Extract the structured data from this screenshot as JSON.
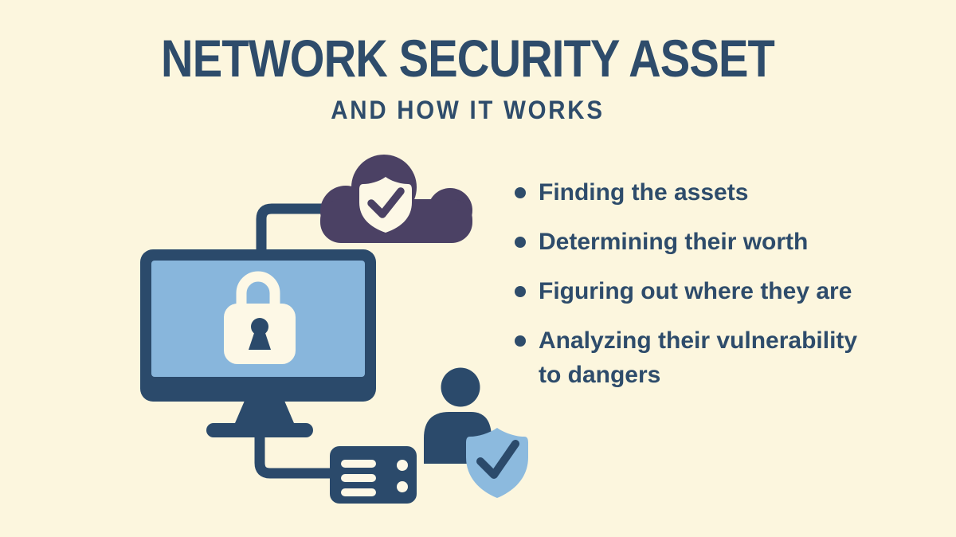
{
  "header": {
    "title": "NETWORK SECURITY ASSET",
    "subtitle": "AND HOW IT WORKS"
  },
  "list": {
    "items": [
      [
        "Finding the assets"
      ],
      [
        "Determining their worth"
      ],
      [
        "Figuring out where they are"
      ],
      [
        "Analyzing their vulnerability",
        "to dangers"
      ]
    ]
  },
  "illustration": {
    "icons": [
      "cloud-security-icon",
      "shield-check-icon",
      "monitor-icon",
      "padlock-icon",
      "server-icon",
      "user-icon",
      "user-shield-check-icon",
      "connector-lines"
    ]
  },
  "colors": {
    "bg": "#fcf6de",
    "cream": "#fdf8e6",
    "navy": "#2b4a6b",
    "text-navy": "#2e4c6b",
    "purple": "#4b4164",
    "light-blue": "#8cbade",
    "screen-blue": "#88b6dc"
  }
}
